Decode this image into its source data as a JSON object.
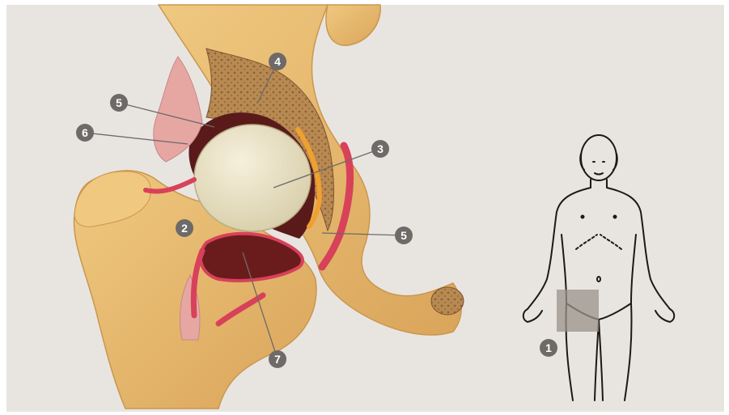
{
  "figure": {
    "background_color": "#e8e5e1",
    "marker_color": "#6d6a68",
    "bone_color": "#e6b86a",
    "vessel_color": "#d8415a",
    "cartilage_color": "#efe8cf"
  },
  "markers": [
    {
      "id": "m1",
      "label": "1"
    },
    {
      "id": "m2",
      "label": "2"
    },
    {
      "id": "m3",
      "label": "3"
    },
    {
      "id": "m4",
      "label": "4"
    },
    {
      "id": "m5a",
      "label": "5"
    },
    {
      "id": "m5b",
      "label": "5"
    },
    {
      "id": "m6",
      "label": "6"
    },
    {
      "id": "m7",
      "label": "7"
    }
  ]
}
